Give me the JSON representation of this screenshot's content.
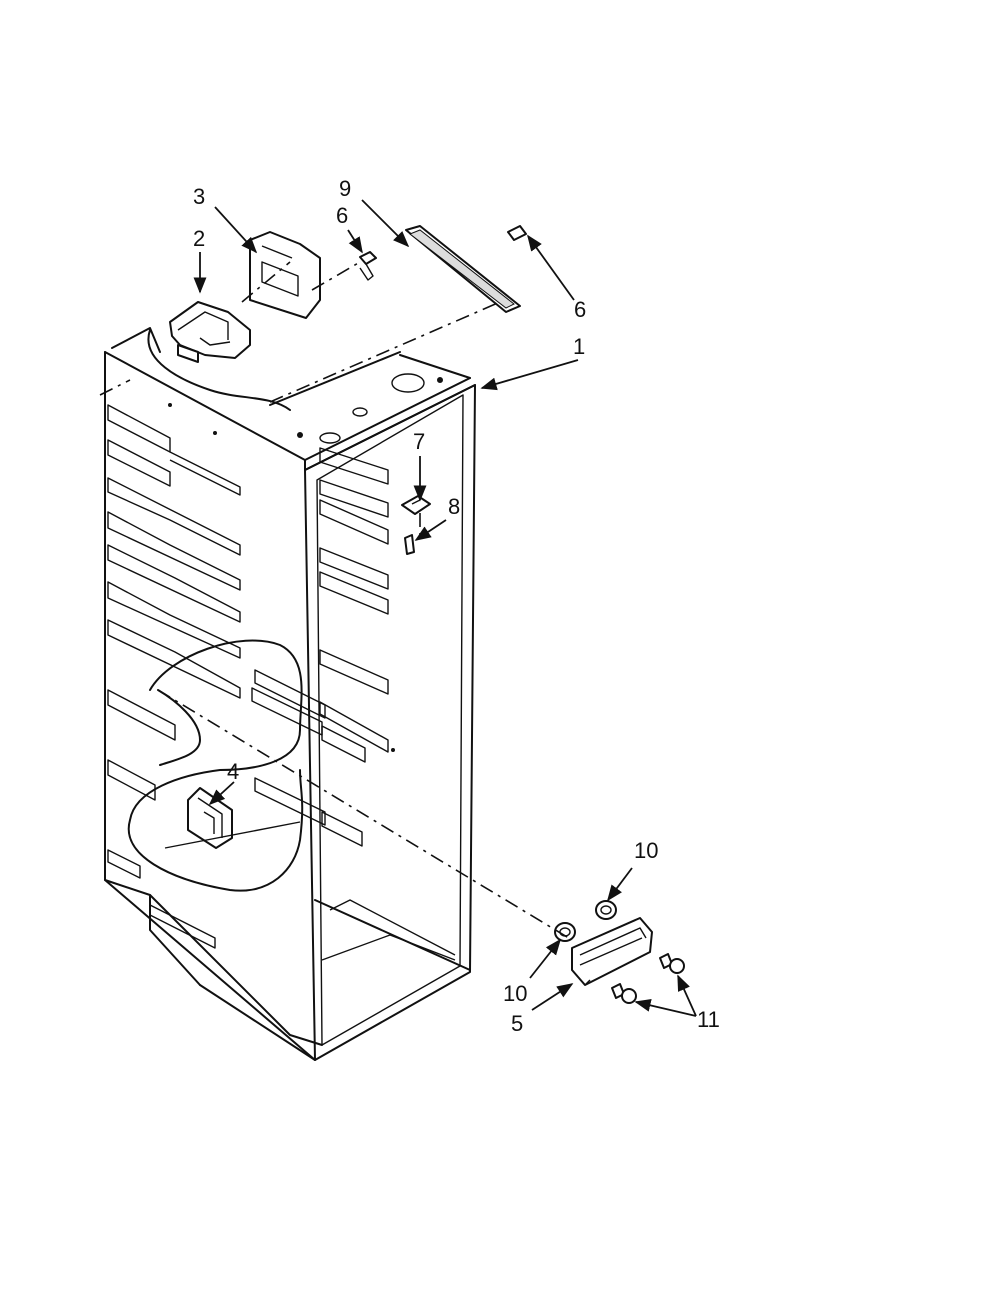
{
  "callouts": {
    "c1": "1",
    "c2": "2",
    "c3": "3",
    "c4": "4",
    "c5": "5",
    "c6a": "6",
    "c6b": "6",
    "c7": "7",
    "c8": "8",
    "c9": "9",
    "c10a": "10",
    "c10b": "10",
    "c11": "11"
  }
}
